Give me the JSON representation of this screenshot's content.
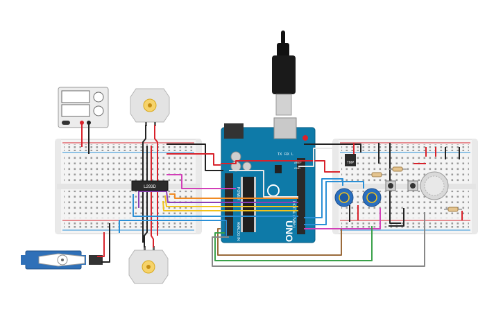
{
  "arduino": {
    "brand_text": "UNO",
    "digital_label": "DIGITAL (PWM~)",
    "analog_label": "ANALOG IN",
    "power_label": "POWER",
    "tx_label": "TX",
    "rx_label": "RX",
    "l_label": "L",
    "aref_label": "AREF",
    "gnd_label": "GND"
  },
  "driver_chip": {
    "label": "L293D"
  },
  "temp_sensor": {
    "label": "TMP"
  },
  "colors": {
    "wire_red": "#d8222b",
    "wire_black": "#222222",
    "wire_blue": "#2a8fd6",
    "wire_yellow": "#f2c21b",
    "wire_purple": "#8b3fb5",
    "wire_magenta": "#d23fb8",
    "wire_orange": "#f08a24",
    "wire_green": "#3aa14a",
    "wire_brown": "#9a6a3a",
    "wire_grey": "#888888",
    "arduino_body": "#0e7aa8",
    "breadboard": "#f3f3f3"
  }
}
